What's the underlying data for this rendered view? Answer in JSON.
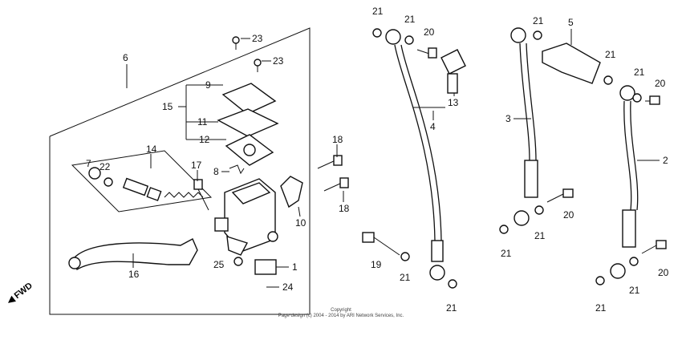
{
  "labels": [
    {
      "id": "l6",
      "text": "6"
    },
    {
      "id": "l23a",
      "text": "23"
    },
    {
      "id": "l23b",
      "text": "23"
    },
    {
      "id": "l9",
      "text": "9"
    },
    {
      "id": "l15",
      "text": "15"
    },
    {
      "id": "l11",
      "text": "11"
    },
    {
      "id": "l12",
      "text": "12"
    },
    {
      "id": "l14",
      "text": "14"
    },
    {
      "id": "l7",
      "text": "7"
    },
    {
      "id": "l22",
      "text": "22"
    },
    {
      "id": "l17",
      "text": "17"
    },
    {
      "id": "l8",
      "text": "8"
    },
    {
      "id": "l10",
      "text": "10"
    },
    {
      "id": "l18a",
      "text": "18"
    },
    {
      "id": "l18b",
      "text": "18"
    },
    {
      "id": "l16",
      "text": "16"
    },
    {
      "id": "l25",
      "text": "25"
    },
    {
      "id": "l1",
      "text": "1"
    },
    {
      "id": "l24",
      "text": "24"
    },
    {
      "id": "l21a",
      "text": "21"
    },
    {
      "id": "l21b",
      "text": "21"
    },
    {
      "id": "l20a",
      "text": "20"
    },
    {
      "id": "l13",
      "text": "13"
    },
    {
      "id": "l4",
      "text": "4"
    },
    {
      "id": "l19",
      "text": "19"
    },
    {
      "id": "l21c",
      "text": "21"
    },
    {
      "id": "l21d",
      "text": "21"
    },
    {
      "id": "l21e",
      "text": "21"
    },
    {
      "id": "l5",
      "text": "5"
    },
    {
      "id": "l21f",
      "text": "21"
    },
    {
      "id": "l21g",
      "text": "21"
    },
    {
      "id": "l20b",
      "text": "20"
    },
    {
      "id": "l3",
      "text": "3"
    },
    {
      "id": "l2",
      "text": "2"
    },
    {
      "id": "l20c",
      "text": "20"
    },
    {
      "id": "l21h",
      "text": "21"
    },
    {
      "id": "l21i",
      "text": "21"
    },
    {
      "id": "l20d",
      "text": "20"
    },
    {
      "id": "l21j",
      "text": "21"
    },
    {
      "id": "l21k",
      "text": "21"
    }
  ],
  "copyright": {
    "line1": "Copyright",
    "line2": "Page design (c) 2004 - 2014 by ARI Network Services, Inc."
  },
  "fwd": "FWD"
}
